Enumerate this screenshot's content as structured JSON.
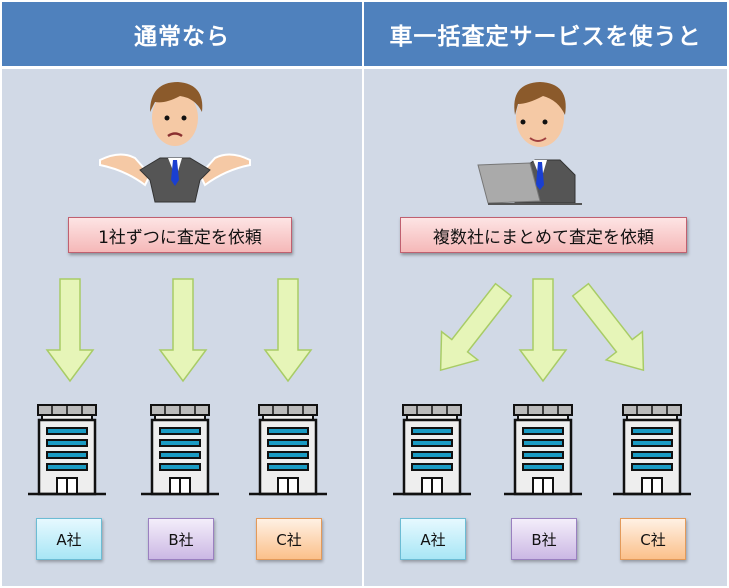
{
  "left": {
    "header": "通常なら",
    "request": "1社ずつに査定を依頼",
    "companies": [
      "A社",
      "B社",
      "C社"
    ]
  },
  "right": {
    "header": "車一括査定サービスを使うと",
    "request": "複数社にまとめて査定を依頼",
    "companies": [
      "A社",
      "B社",
      "C社"
    ]
  },
  "colors": {
    "header": "#4F81BD",
    "panel": "#D1D9E6",
    "arrow": "#E6F5B8"
  }
}
